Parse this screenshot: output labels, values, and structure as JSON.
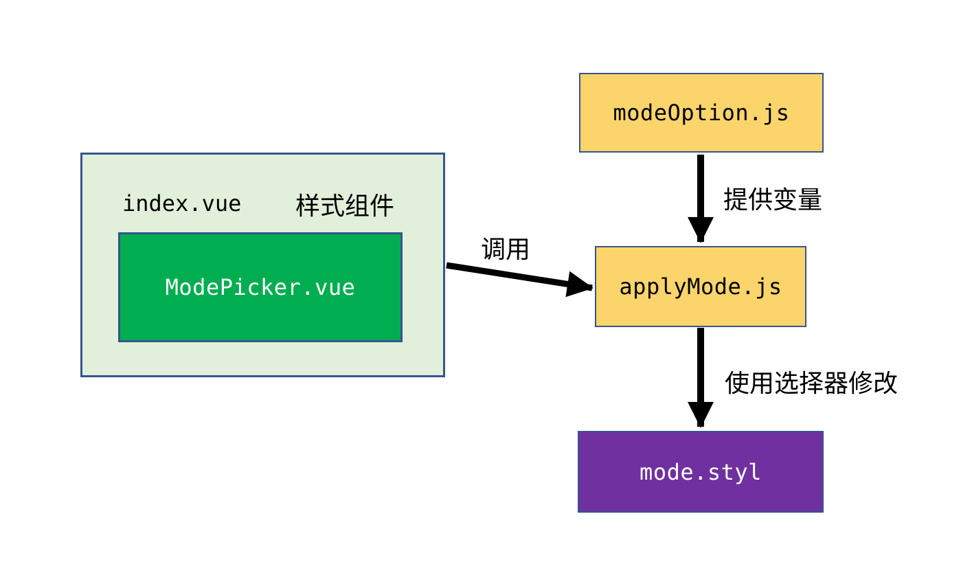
{
  "container": {
    "label": "index.vue",
    "annotation": "样式组件",
    "child_label": "ModePicker.vue"
  },
  "nodes": {
    "mode_option": {
      "label": "modeOption.js"
    },
    "apply_mode": {
      "label": "applyMode.js"
    },
    "mode_styl": {
      "label": "mode.styl"
    }
  },
  "edges": {
    "provide_vars": {
      "label": "提供变量"
    },
    "invoke": {
      "label": "调用"
    },
    "selector_modify": {
      "label": "使用选择器修改"
    }
  },
  "colors": {
    "box_border": "#35558D",
    "yellow_fill": "#FBD46B",
    "container_fill": "#E2EFDA",
    "green_fill": "#00AD50",
    "purple_fill": "#7030A0",
    "arrow": "#000000",
    "text_dark": "#000000",
    "text_light": "#FFFFFF"
  }
}
